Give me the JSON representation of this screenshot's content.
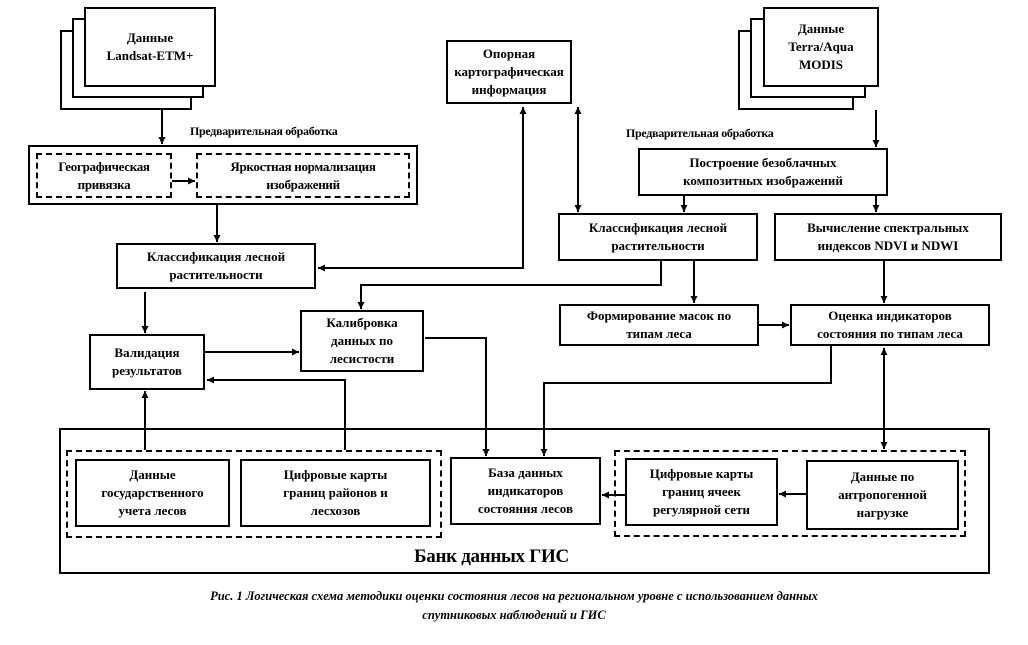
{
  "diagram": {
    "landsat": "Данные\nLandsat-ETM+",
    "modis": "Данные\nTerra/Aqua\nMODIS",
    "reference_carto": "Опорная\nкартографическая\nинформация",
    "preprocessing_left": "Предварительная обработка",
    "preprocessing_right": "Предварительная обработка",
    "georef": "Географическая\nпривязка",
    "brightness_norm": "Яркостная нормализация\nизображений",
    "cloudfree": "Построение безоблачных\nкомпозитных изображений",
    "classif_left": "Классификация лесной\nрастительности",
    "classif_right": "Классификация лесной\nрастительности",
    "spectral_indices": "Вычисление спектральных\nиндексов NDVI и NDWI",
    "masks": "Формирование масок по\nтипам леса",
    "indicators_eval": "Оценка индикаторов\nсостояния по типам леса",
    "validation": "Валидация\nрезультатов",
    "calibration": "Калибровка\nданных по\nлесистости",
    "state_forest_data": "Данные\nгосударственного\nучета лесов",
    "district_maps": "Цифровые карты\nграниц районов и\nлесхозов",
    "indicators_db": "База данных\nиндикаторов\nсостояния лесов",
    "grid_maps": "Цифровые карты\nграниц ячеек\nрегулярной сети",
    "anthropogenic": "Данные по\nантропогенной\nнагрузке",
    "gis_bank": "Банк данных ГИС"
  },
  "caption": "Рис. 1  Логическая схема методики оценки состояния лесов на региональном уровне с использованием данных\nспутниковых наблюдений и ГИС"
}
